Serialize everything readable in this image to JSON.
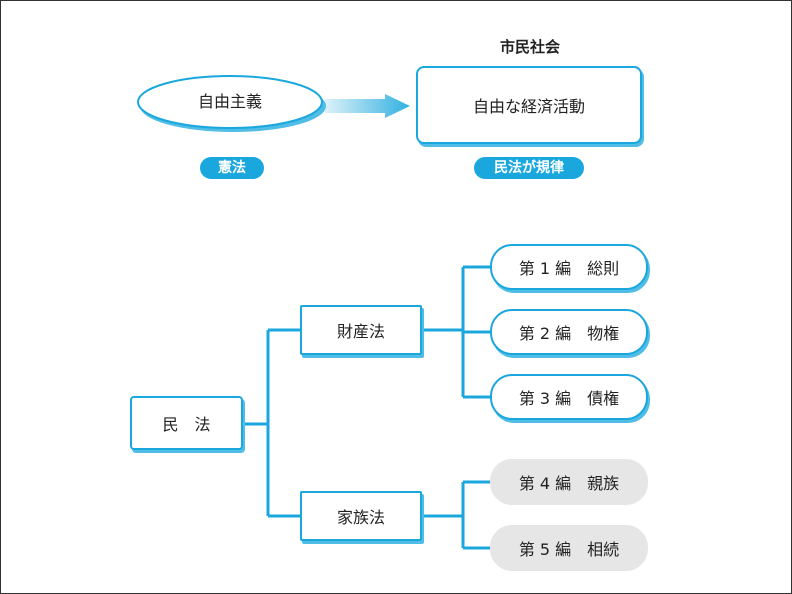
{
  "top": {
    "civil_society_header": "市民社会",
    "liberalism": "自由主義",
    "free_economy": "自由な経済活動",
    "constitution_label": "憲法",
    "civil_code_rule_label": "民法が規律"
  },
  "tree": {
    "root": "民　法",
    "property_law": "財産法",
    "family_law": "家族法",
    "chapters": [
      {
        "label": "第 1 編　総則",
        "group": "property"
      },
      {
        "label": "第 2 編　物権",
        "group": "property"
      },
      {
        "label": "第 3 編　債権",
        "group": "property"
      },
      {
        "label": "第 4 編　親族",
        "group": "family"
      },
      {
        "label": "第 5 編　相続",
        "group": "family"
      }
    ]
  },
  "colors": {
    "accent": "#1aa7dd",
    "accent_shadow": "#4fbde6",
    "inactive": "#e6e6e6"
  }
}
